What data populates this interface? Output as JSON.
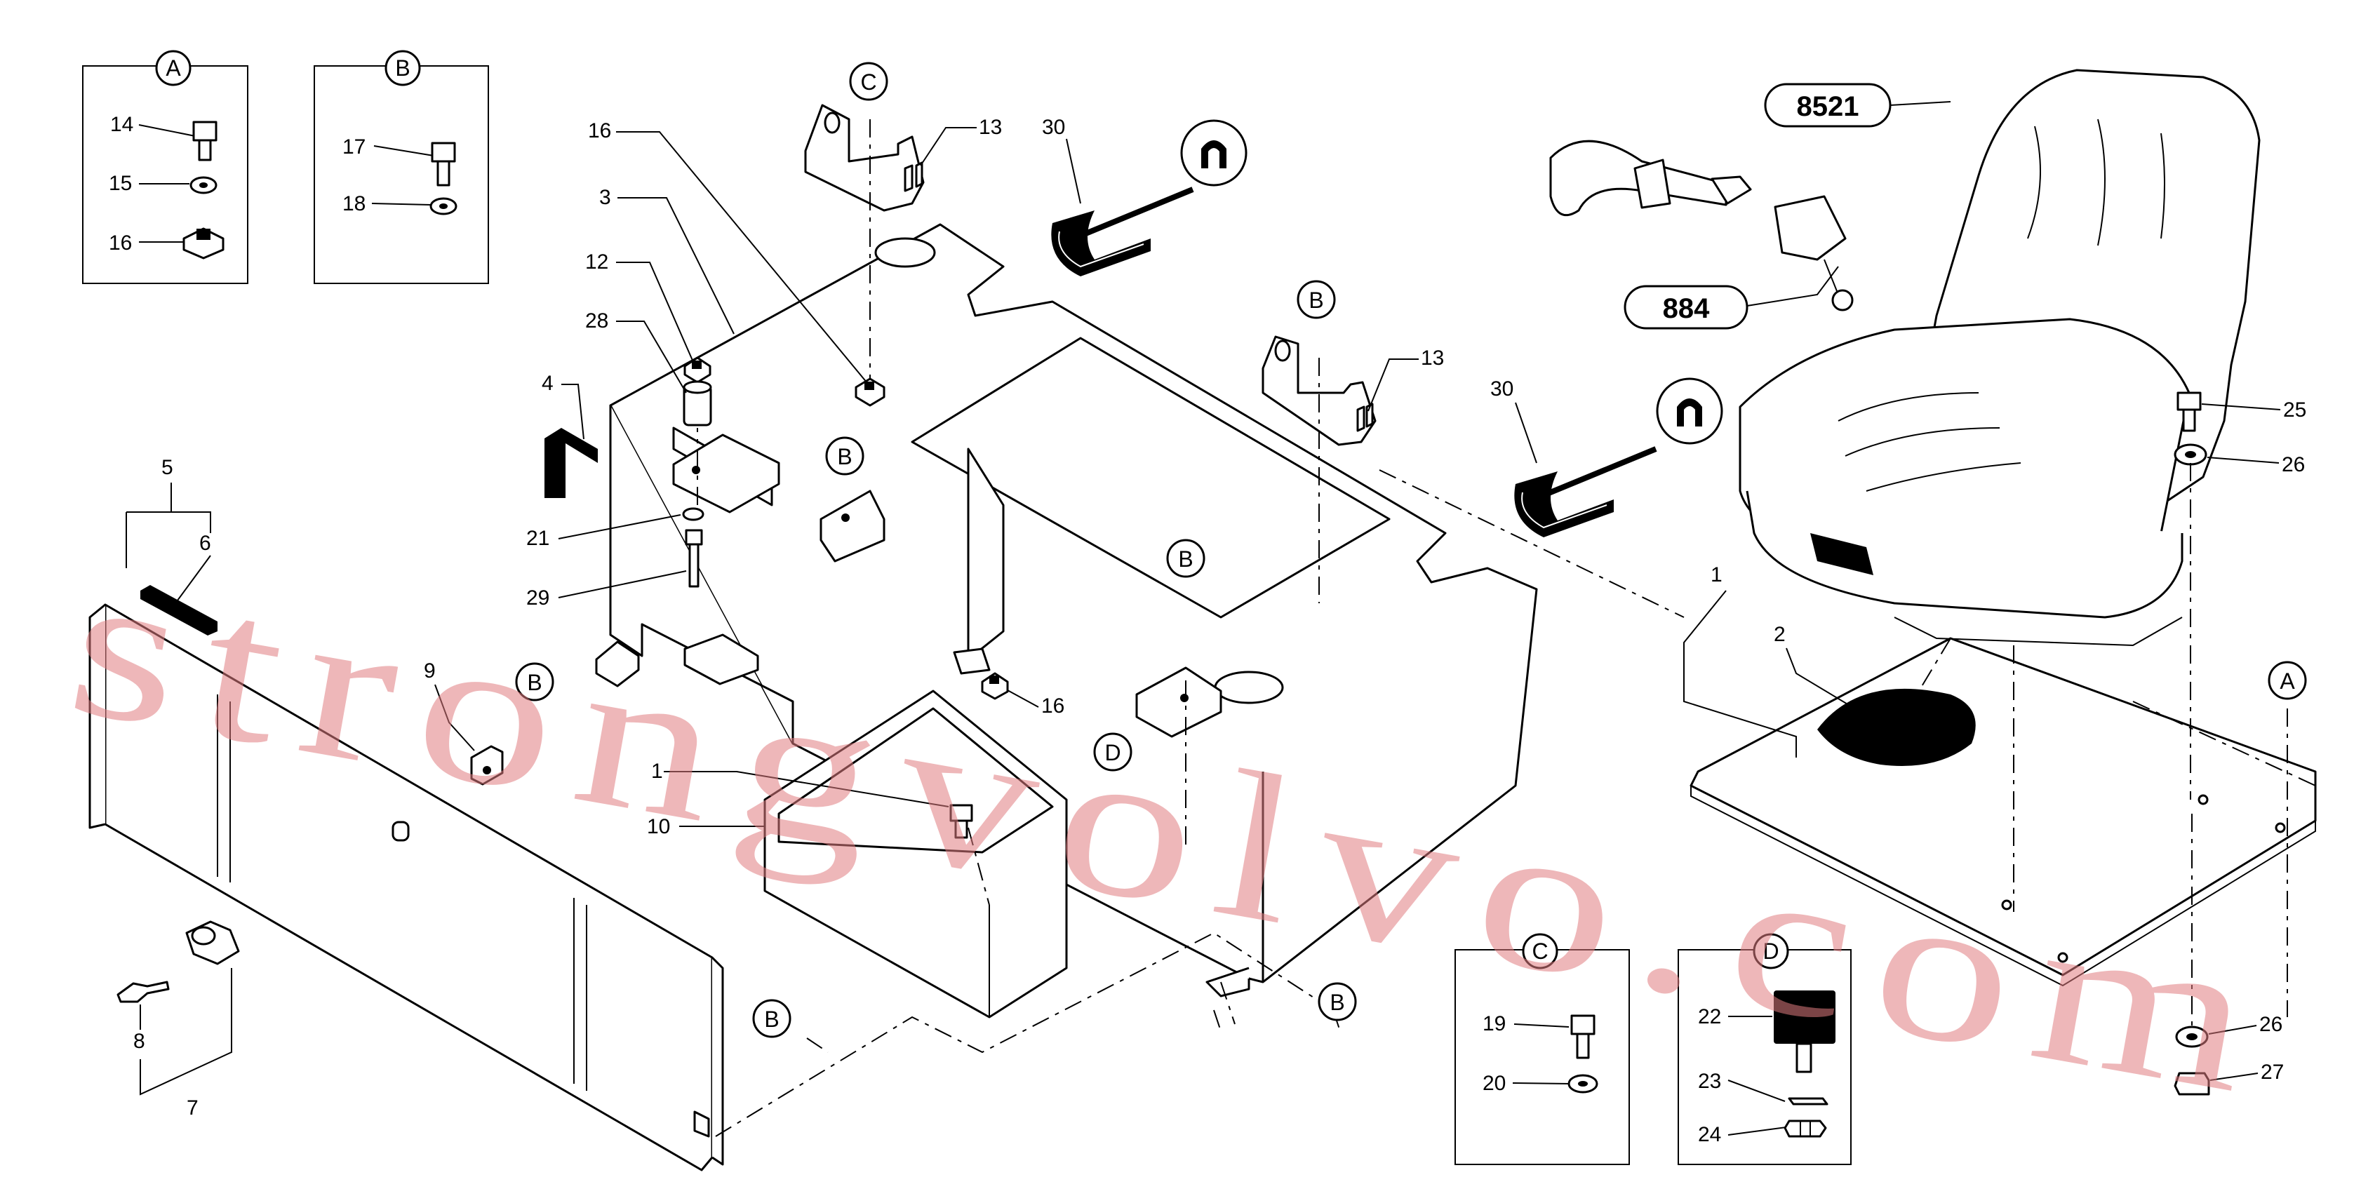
{
  "callouts": {
    "A": "A",
    "B": "B",
    "C": "C",
    "D": "D"
  },
  "part_numbers": {
    "p1": "1",
    "p2": "2",
    "p3": "3",
    "p4": "4",
    "p5": "5",
    "p6": "6",
    "p7": "7",
    "p8": "8",
    "p9": "9",
    "p10": "10",
    "p12": "12",
    "p13": "13",
    "p14": "14",
    "p15": "15",
    "p16": "16",
    "p17": "17",
    "p18": "18",
    "p19": "19",
    "p20": "20",
    "p21": "21",
    "p22": "22",
    "p23": "23",
    "p24": "24",
    "p25": "25",
    "p26": "26",
    "p27": "27",
    "p28": "28",
    "p29": "29",
    "p30": "30"
  },
  "assembly_refs": {
    "seat": "8521",
    "seat_belt": "884"
  },
  "watermark": "strongvolvo.com",
  "colors": {
    "line": "#000000",
    "watermark": "#e07c80",
    "background": "#ffffff"
  }
}
